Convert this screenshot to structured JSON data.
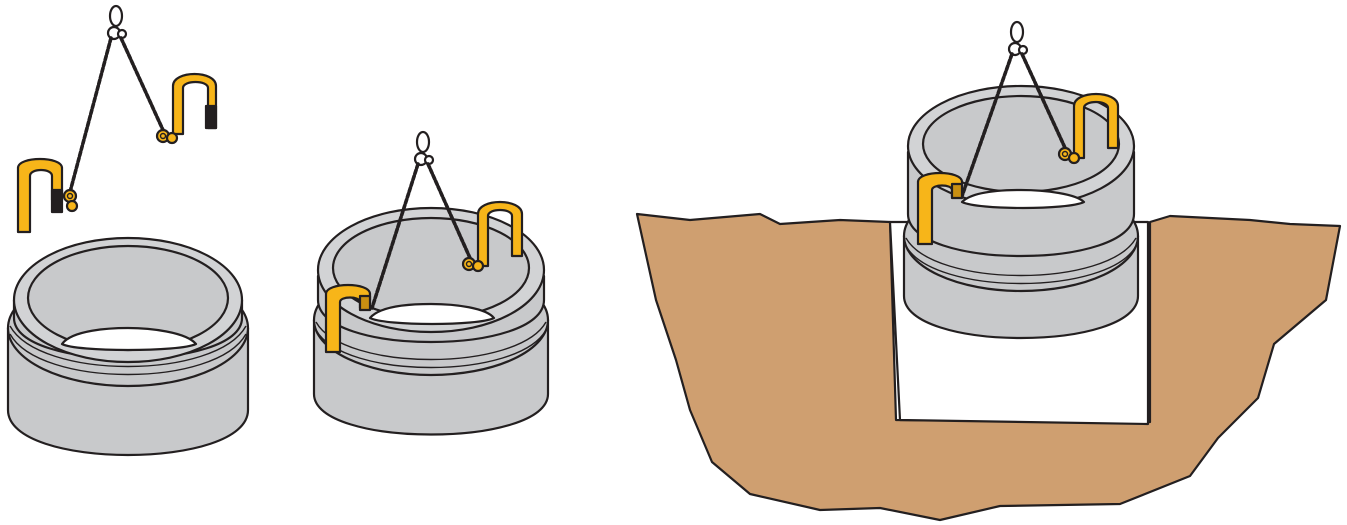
{
  "figure": {
    "steps": [
      {
        "step": "attach-clamps",
        "description_shown": ""
      },
      {
        "step": "lift-ring",
        "description_shown": ""
      },
      {
        "step": "lower-into-pit",
        "description_shown": ""
      }
    ]
  },
  "colors": {
    "concrete": "#c8c9cb",
    "concrete_inner": "#d2d3d5",
    "clamp": "#f7b519",
    "clamp_shadow": "#c98f12",
    "soil": "#cf9f70",
    "outline": "#231f20",
    "background": "#ffffff"
  },
  "icons": [
    "lifting-chain-icon",
    "lifting-clamp-icon",
    "master-link-icon"
  ]
}
